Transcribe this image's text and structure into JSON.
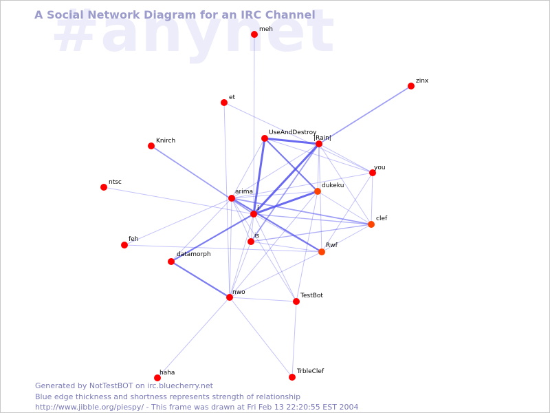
{
  "watermark": "#anynet",
  "title": "A Social Network Diagram for an IRC Channel",
  "footer": {
    "line1": "Generated by NotTestBOT on irc.bluecherry.net",
    "line2": "Blue edge thickness and shortness represents strength of relationship",
    "line3": "http://www.jibble.org/piespy/ - This frame was drawn at Fri Feb 13 22:20:55 EST 2004"
  },
  "colors": {
    "node": "#ff0000",
    "node_alt": "#ff4400",
    "edge": "#5050ee",
    "title": "#9c9ccc",
    "watermark": "#ececfa"
  },
  "nodes": [
    {
      "id": "meh",
      "label": "meh"
    },
    {
      "id": "zinx",
      "label": "zinx"
    },
    {
      "id": "et",
      "label": "et"
    },
    {
      "id": "UseAndDestroy",
      "label": "UseAndDestroy"
    },
    {
      "id": "Rain",
      "label": "|Rain|"
    },
    {
      "id": "Knirch",
      "label": "Knirch"
    },
    {
      "id": "you",
      "label": "you"
    },
    {
      "id": "ntsc",
      "label": "ntsc"
    },
    {
      "id": "arima",
      "label": "arima"
    },
    {
      "id": "dukeku",
      "label": "dukeku"
    },
    {
      "id": "i",
      "label": "i"
    },
    {
      "id": "clef",
      "label": "clef"
    },
    {
      "id": "feh",
      "label": "feh"
    },
    {
      "id": "is",
      "label": "is"
    },
    {
      "id": "datamorph",
      "label": "datamorph"
    },
    {
      "id": "Rwf",
      "label": "Rwf"
    },
    {
      "id": "nwo",
      "label": "nwo"
    },
    {
      "id": "TestBot",
      "label": "TestBot"
    },
    {
      "id": "haha",
      "label": "haha"
    },
    {
      "id": "TrbleClef",
      "label": "TrbleClef"
    }
  ],
  "edges": [
    {
      "source": "UseAndDestroy",
      "target": "i",
      "strength": 3
    },
    {
      "source": "Rain",
      "target": "i",
      "strength": 3
    },
    {
      "source": "UseAndDestroy",
      "target": "Rain",
      "strength": 3
    },
    {
      "source": "i",
      "target": "dukeku",
      "strength": 3
    },
    {
      "source": "UseAndDestroy",
      "target": "dukeku",
      "strength": 2
    },
    {
      "source": "datamorph",
      "target": "nwo",
      "strength": 2
    },
    {
      "source": "i",
      "target": "datamorph",
      "strength": 2
    },
    {
      "source": "arima",
      "target": "Rwf",
      "strength": 2
    },
    {
      "source": "Rain",
      "target": "zinx",
      "strength": 1.5
    },
    {
      "source": "i",
      "target": "Knirch",
      "strength": 1.5
    },
    {
      "source": "arima",
      "target": "clef",
      "strength": 1.5
    },
    {
      "source": "Rain",
      "target": "is",
      "strength": 1.5
    },
    {
      "source": "is",
      "target": "clef",
      "strength": 1.2
    },
    {
      "source": "i",
      "target": "clef",
      "strength": 1.2
    },
    {
      "source": "dukeku",
      "target": "clef",
      "strength": 1
    },
    {
      "source": "arima",
      "target": "nwo",
      "strength": 1
    },
    {
      "source": "nwo",
      "target": "haha",
      "strength": 1
    },
    {
      "source": "nwo",
      "target": "TrbleClef",
      "strength": 1
    },
    {
      "source": "TestBot",
      "target": "TrbleClef",
      "strength": 1
    },
    {
      "source": "meh",
      "target": "i",
      "strength": 1
    },
    {
      "source": "et",
      "target": "you",
      "strength": 1
    },
    {
      "source": "et",
      "target": "nwo",
      "strength": 1
    },
    {
      "source": "ntsc",
      "target": "i",
      "strength": 1
    },
    {
      "source": "feh",
      "target": "Rwf",
      "strength": 1
    },
    {
      "source": "arima",
      "target": "Rain",
      "strength": 1
    },
    {
      "source": "arima",
      "target": "UseAndDestroy",
      "strength": 1
    },
    {
      "source": "arima",
      "target": "you",
      "strength": 1
    },
    {
      "source": "arima",
      "target": "dukeku",
      "strength": 1
    },
    {
      "source": "arima",
      "target": "is",
      "strength": 1
    },
    {
      "source": "arima",
      "target": "TestBot",
      "strength": 1
    },
    {
      "source": "arima",
      "target": "datamorph",
      "strength": 1
    },
    {
      "source": "arima",
      "target": "feh",
      "strength": 1
    },
    {
      "source": "UseAndDestroy",
      "target": "you",
      "strength": 1
    },
    {
      "source": "Rain",
      "target": "you",
      "strength": 1
    },
    {
      "source": "Rain",
      "target": "clef",
      "strength": 1
    },
    {
      "source": "Rain",
      "target": "Rwf",
      "strength": 1
    },
    {
      "source": "Rain",
      "target": "dukeku",
      "strength": 1
    },
    {
      "source": "you",
      "target": "clef",
      "strength": 1
    },
    {
      "source": "you",
      "target": "Rwf",
      "strength": 1
    },
    {
      "source": "i",
      "target": "is",
      "strength": 1
    },
    {
      "source": "i",
      "target": "Rwf",
      "strength": 1
    },
    {
      "source": "i",
      "target": "nwo",
      "strength": 1
    },
    {
      "source": "i",
      "target": "TestBot",
      "strength": 1
    },
    {
      "source": "is",
      "target": "nwo",
      "strength": 1
    },
    {
      "source": "is",
      "target": "Rwf",
      "strength": 1
    },
    {
      "source": "nwo",
      "target": "Rwf",
      "strength": 1
    },
    {
      "source": "nwo",
      "target": "TestBot",
      "strength": 1
    },
    {
      "source": "Rwf",
      "target": "clef",
      "strength": 1
    },
    {
      "source": "TestBot",
      "target": "dukeku",
      "strength": 1
    },
    {
      "source": "nwo",
      "target": "dukeku",
      "strength": 1
    }
  ]
}
